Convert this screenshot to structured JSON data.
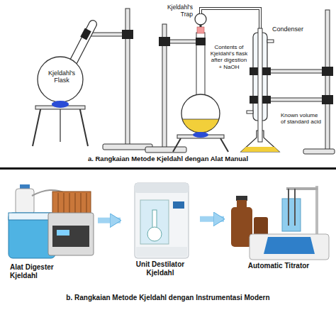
{
  "diagram": {
    "nodes": [
      {
        "text": [
          "Alat Digester Kjeldahl"
        ]
      },
      {
        "text": [
          "Unit Destilator Kjeldahl"
        ]
      },
      {
        "text": [
          "Automatic Titrator"
        ]
      }
    ],
    "edges": [
      {
        "from": 0,
        "to": 1,
        "arrow": "to"
      },
      {
        "from": 1,
        "to": 2,
        "arrow": "to"
      }
    ],
    "labels": [
      "Kjeldahl's Flask",
      "Kjeldahl's Trap",
      "Contents of Kjeldahl's flask after digestion + NaOH",
      "Condenser",
      "Known volume of standard acid",
      "a. Rangkaian Metode Kjeldahl dengan Alat Manual",
      "b. Rangkaian Metode Kjeldahl dengan Instrumentasi Modern"
    ]
  }
}
